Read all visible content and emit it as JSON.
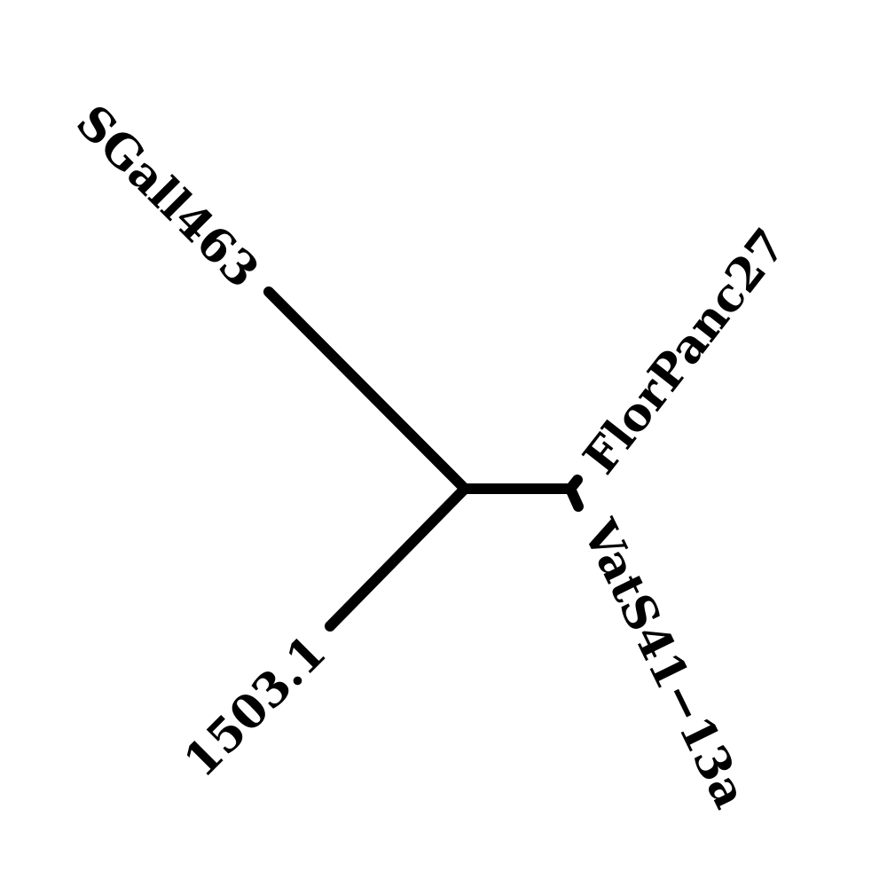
{
  "tree": {
    "type": "unrooted-phylogenetic-tree",
    "leaves": [
      {
        "id": "sgall463",
        "label": "SGall463"
      },
      {
        "id": "florpanc27",
        "label": "FlorPanc27"
      },
      {
        "id": "vats41",
        "label": "VatS41−13a"
      },
      {
        "id": "l1503",
        "label": "1503.1"
      }
    ],
    "edge_color": "#000000",
    "label_color": "#000000",
    "background": "#ffffff"
  }
}
